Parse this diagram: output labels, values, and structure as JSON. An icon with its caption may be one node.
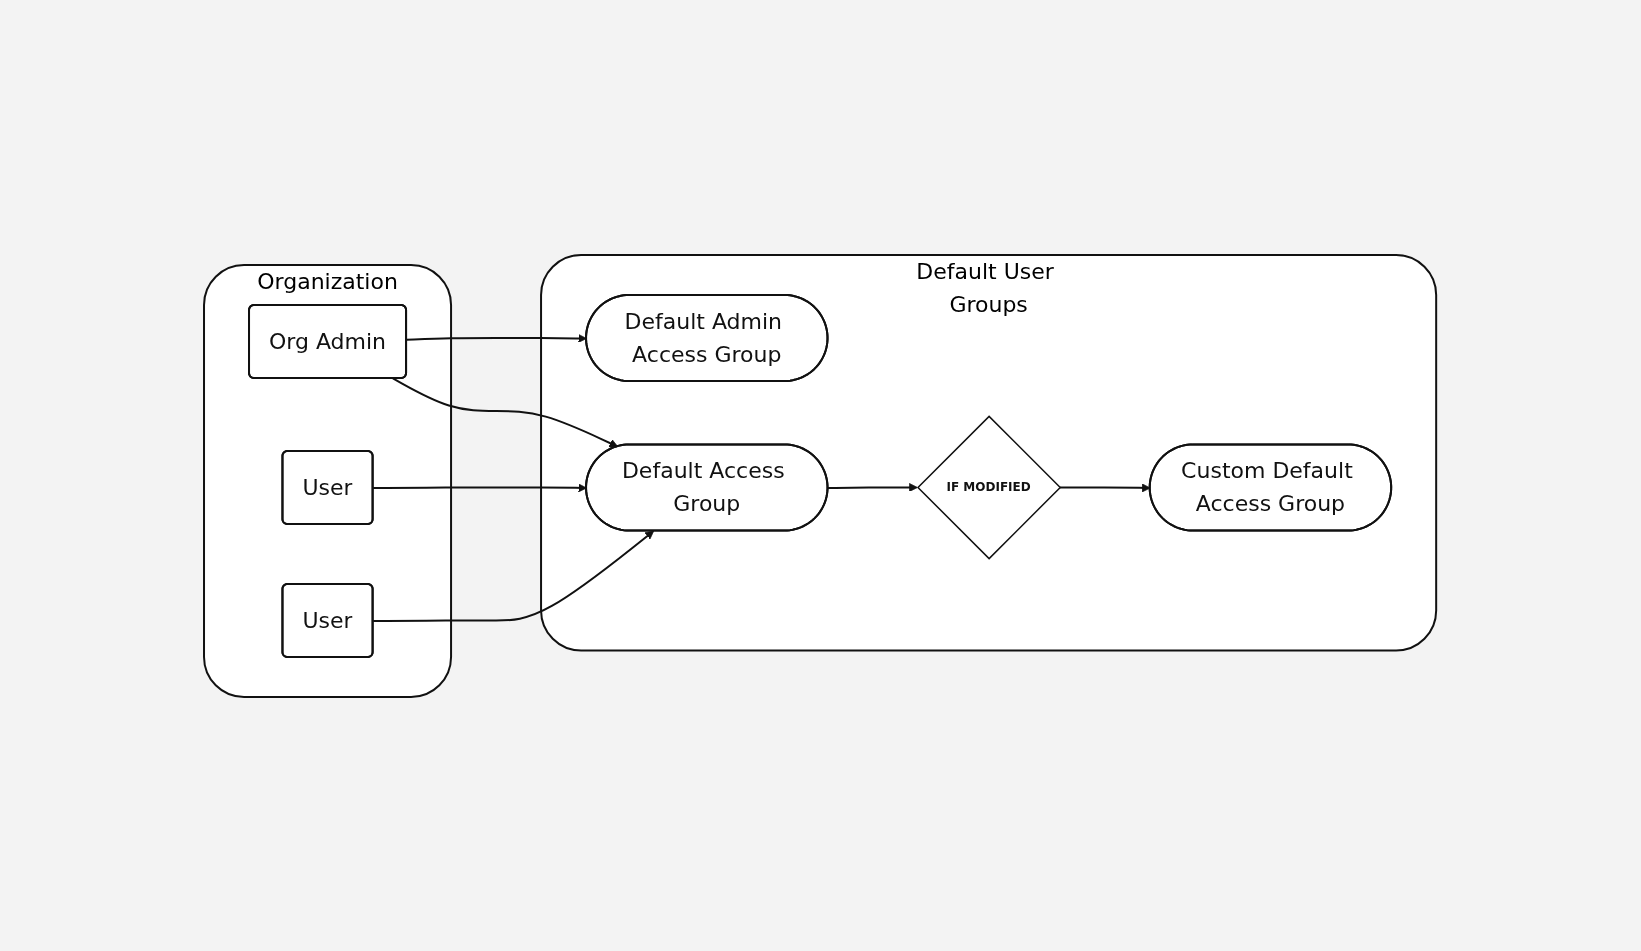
{
  "diagram": {
    "nodes": [
      {
        "text": [
          "Organization"
        ]
      },
      {
        "text": [
          "Org Admin"
        ],
        "in": 0
      },
      {
        "text": [
          "User"
        ],
        "in": 0
      },
      {
        "text": [
          "User"
        ],
        "in": 0
      },
      {
        "text": [
          "Default User Groups"
        ]
      },
      {
        "text": [
          "Default Admin Access Group"
        ],
        "in": 4
      },
      {
        "text": [
          "Default Access Group"
        ],
        "in": 4
      },
      {
        "text": [
          "IF MODIFIED"
        ],
        "in": 4
      },
      {
        "text": [
          "Custom Default Access Group"
        ],
        "in": 4
      }
    ],
    "edges": [
      {
        "from": 1,
        "to": 5,
        "arrow": "to"
      },
      {
        "from": 1,
        "to": 6,
        "arrow": "to"
      },
      {
        "from": 2,
        "to": 6,
        "arrow": "to"
      },
      {
        "from": 3,
        "to": 6,
        "arrow": "to"
      },
      {
        "from": 6,
        "to": 7,
        "arrow": "to"
      },
      {
        "from": 7,
        "to": 8,
        "arrow": "to"
      }
    ]
  }
}
